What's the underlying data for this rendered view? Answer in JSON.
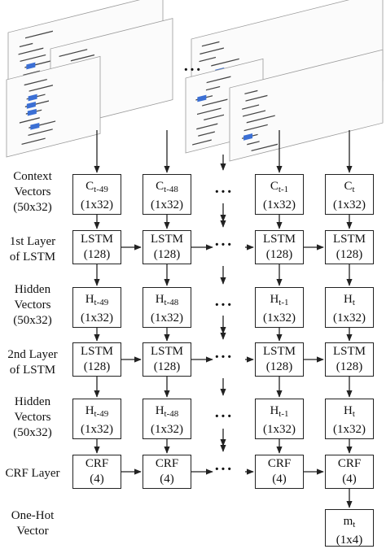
{
  "row_labels": [
    {
      "lines": [
        "Context",
        "Vectors",
        "(50x32)"
      ]
    },
    {
      "lines": [
        "1st Layer",
        "of LSTM"
      ]
    },
    {
      "lines": [
        "Hidden",
        "Vectors",
        "(50x32)"
      ]
    },
    {
      "lines": [
        "2nd Layer",
        "of LSTM"
      ]
    },
    {
      "lines": [
        "Hidden",
        "Vectors",
        "(50x32)"
      ]
    },
    {
      "lines": [
        "CRF Layer"
      ]
    },
    {
      "lines": [
        "One-Hot",
        "Vector"
      ]
    }
  ],
  "columns": [
    "t-49",
    "t-48",
    "t-1",
    "t"
  ],
  "rows": [
    {
      "cells": [
        {
          "main": "C",
          "sub": "t-49",
          "dim": "(1x32)"
        },
        {
          "main": "C",
          "sub": "t-48",
          "dim": "(1x32)"
        },
        {
          "main": "C",
          "sub": "t-1",
          "dim": "(1x32)"
        },
        {
          "main": "C",
          "sub": "t",
          "dim": "(1x32)"
        }
      ]
    },
    {
      "cells": [
        {
          "main": "LSTM",
          "sub": "",
          "dim": "(128)"
        },
        {
          "main": "LSTM",
          "sub": "",
          "dim": "(128)"
        },
        {
          "main": "LSTM",
          "sub": "",
          "dim": "(128)"
        },
        {
          "main": "LSTM",
          "sub": "",
          "dim": "(128)"
        }
      ]
    },
    {
      "cells": [
        {
          "main": "H",
          "sub": "t-49",
          "dim": "(1x32)"
        },
        {
          "main": "H",
          "sub": "t-48",
          "dim": "(1x32)"
        },
        {
          "main": "H",
          "sub": "t-1",
          "dim": "(1x32)"
        },
        {
          "main": "H",
          "sub": "t",
          "dim": "(1x32)"
        }
      ]
    },
    {
      "cells": [
        {
          "main": "LSTM",
          "sub": "",
          "dim": "(128)"
        },
        {
          "main": "LSTM",
          "sub": "",
          "dim": "(128)"
        },
        {
          "main": "LSTM",
          "sub": "",
          "dim": "(128)"
        },
        {
          "main": "LSTM",
          "sub": "",
          "dim": "(128)"
        }
      ]
    },
    {
      "cells": [
        {
          "main": "H",
          "sub": "t-49",
          "dim": "(1x32)"
        },
        {
          "main": "H",
          "sub": "t-48",
          "dim": "(1x32)"
        },
        {
          "main": "H",
          "sub": "t-1",
          "dim": "(1x32)"
        },
        {
          "main": "H",
          "sub": "t",
          "dim": "(1x32)"
        }
      ]
    },
    {
      "cells": [
        {
          "main": "CRF",
          "sub": "",
          "dim": "(4)"
        },
        {
          "main": "CRF",
          "sub": "",
          "dim": "(4)"
        },
        {
          "main": "CRF",
          "sub": "",
          "dim": "(4)"
        },
        {
          "main": "CRF",
          "sub": "",
          "dim": "(4)"
        }
      ]
    }
  ],
  "output": {
    "main": "m",
    "sub": "t",
    "dim": "(1x4)"
  },
  "ellipsis": "···",
  "colors": {
    "stroke": "#222222",
    "highlight": "#3b6fd4",
    "text_line": "#444444"
  }
}
